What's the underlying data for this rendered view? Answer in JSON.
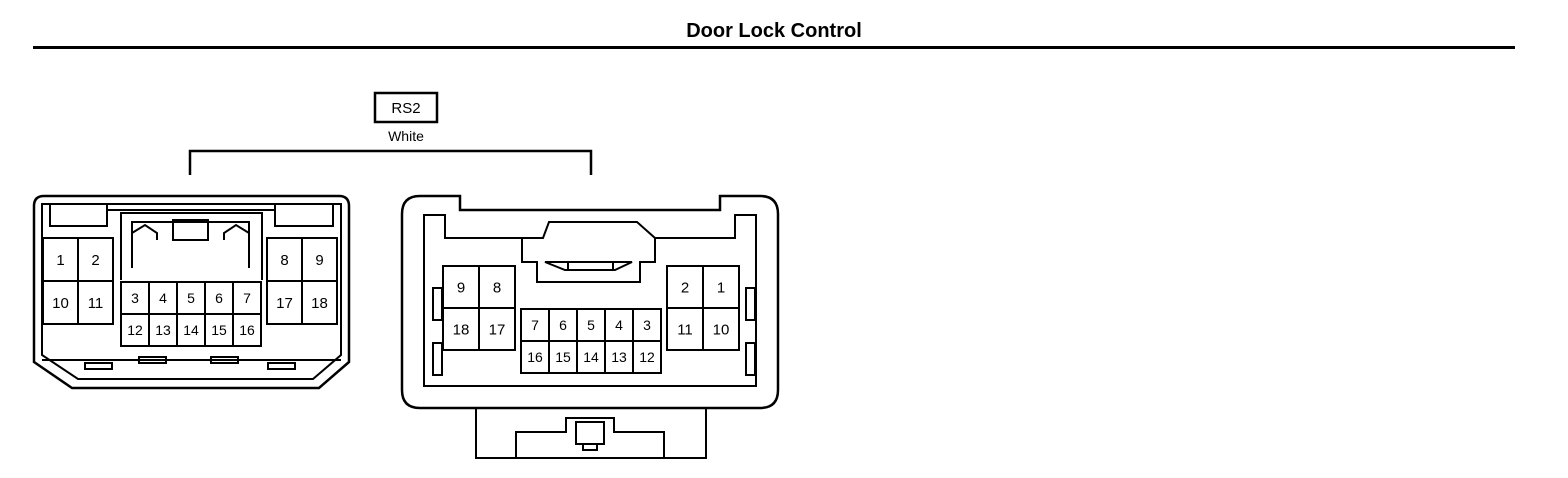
{
  "title": "Door Lock Control",
  "connector": {
    "code": "RS2",
    "color_name": "White"
  },
  "left_connector": {
    "left_block": {
      "rows": [
        [
          "1",
          "2"
        ],
        [
          "10",
          "11"
        ]
      ]
    },
    "center_block": {
      "rows": [
        [
          "3",
          "4",
          "5",
          "6",
          "7"
        ],
        [
          "12",
          "13",
          "14",
          "15",
          "16"
        ]
      ]
    },
    "right_block": {
      "rows": [
        [
          "8",
          "9"
        ],
        [
          "17",
          "18"
        ]
      ]
    }
  },
  "right_connector": {
    "left_block": {
      "rows": [
        [
          "9",
          "8"
        ],
        [
          "18",
          "17"
        ]
      ]
    },
    "center_block": {
      "rows": [
        [
          "7",
          "6",
          "5",
          "4",
          "3"
        ],
        [
          "16",
          "15",
          "14",
          "13",
          "12"
        ]
      ]
    },
    "right_block": {
      "rows": [
        [
          "2",
          "1"
        ],
        [
          "11",
          "10"
        ]
      ]
    }
  }
}
